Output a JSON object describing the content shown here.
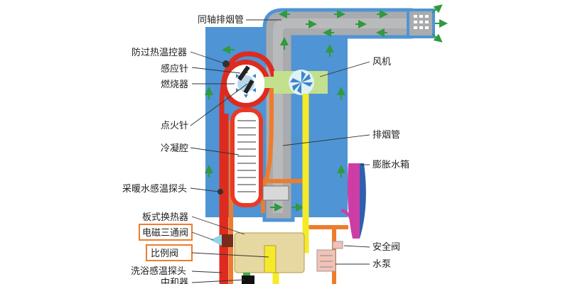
{
  "labels": {
    "coaxial_flue": "同轴排烟管",
    "overheat_control": "防过热温控器",
    "sensor_pin": "感应针",
    "burner": "燃烧器",
    "ignition_pin": "点火针",
    "condensing_chamber": "冷凝腔",
    "heating_water_probe": "采暖水感温探头",
    "plate_heat_exchanger": "板式换热器",
    "solenoid_3way_valve": "电磁三通阀",
    "proportional_valve": "比例阀",
    "bath_temp_probe": "洗浴感温探头",
    "neutralizer": "中和器",
    "fan": "风机",
    "exhaust_pipe": "排烟管",
    "expansion_tank": "膨胀水箱",
    "safety_valve": "安全阀",
    "water_pump": "水泵"
  },
  "colors": {
    "housing": "#4f94d4",
    "flue_gray": "#a9abae",
    "hot_red": "#dd2b1f",
    "orange": "#ee7d2b",
    "yellow": "#f5ea2a",
    "fan_green": "#c2e08e",
    "tank_purple": "#cc3ea6",
    "tank_blue": "#2f5fae",
    "arrow_green": "#2f9a3e",
    "highlight_box": "#ee7d2b"
  }
}
